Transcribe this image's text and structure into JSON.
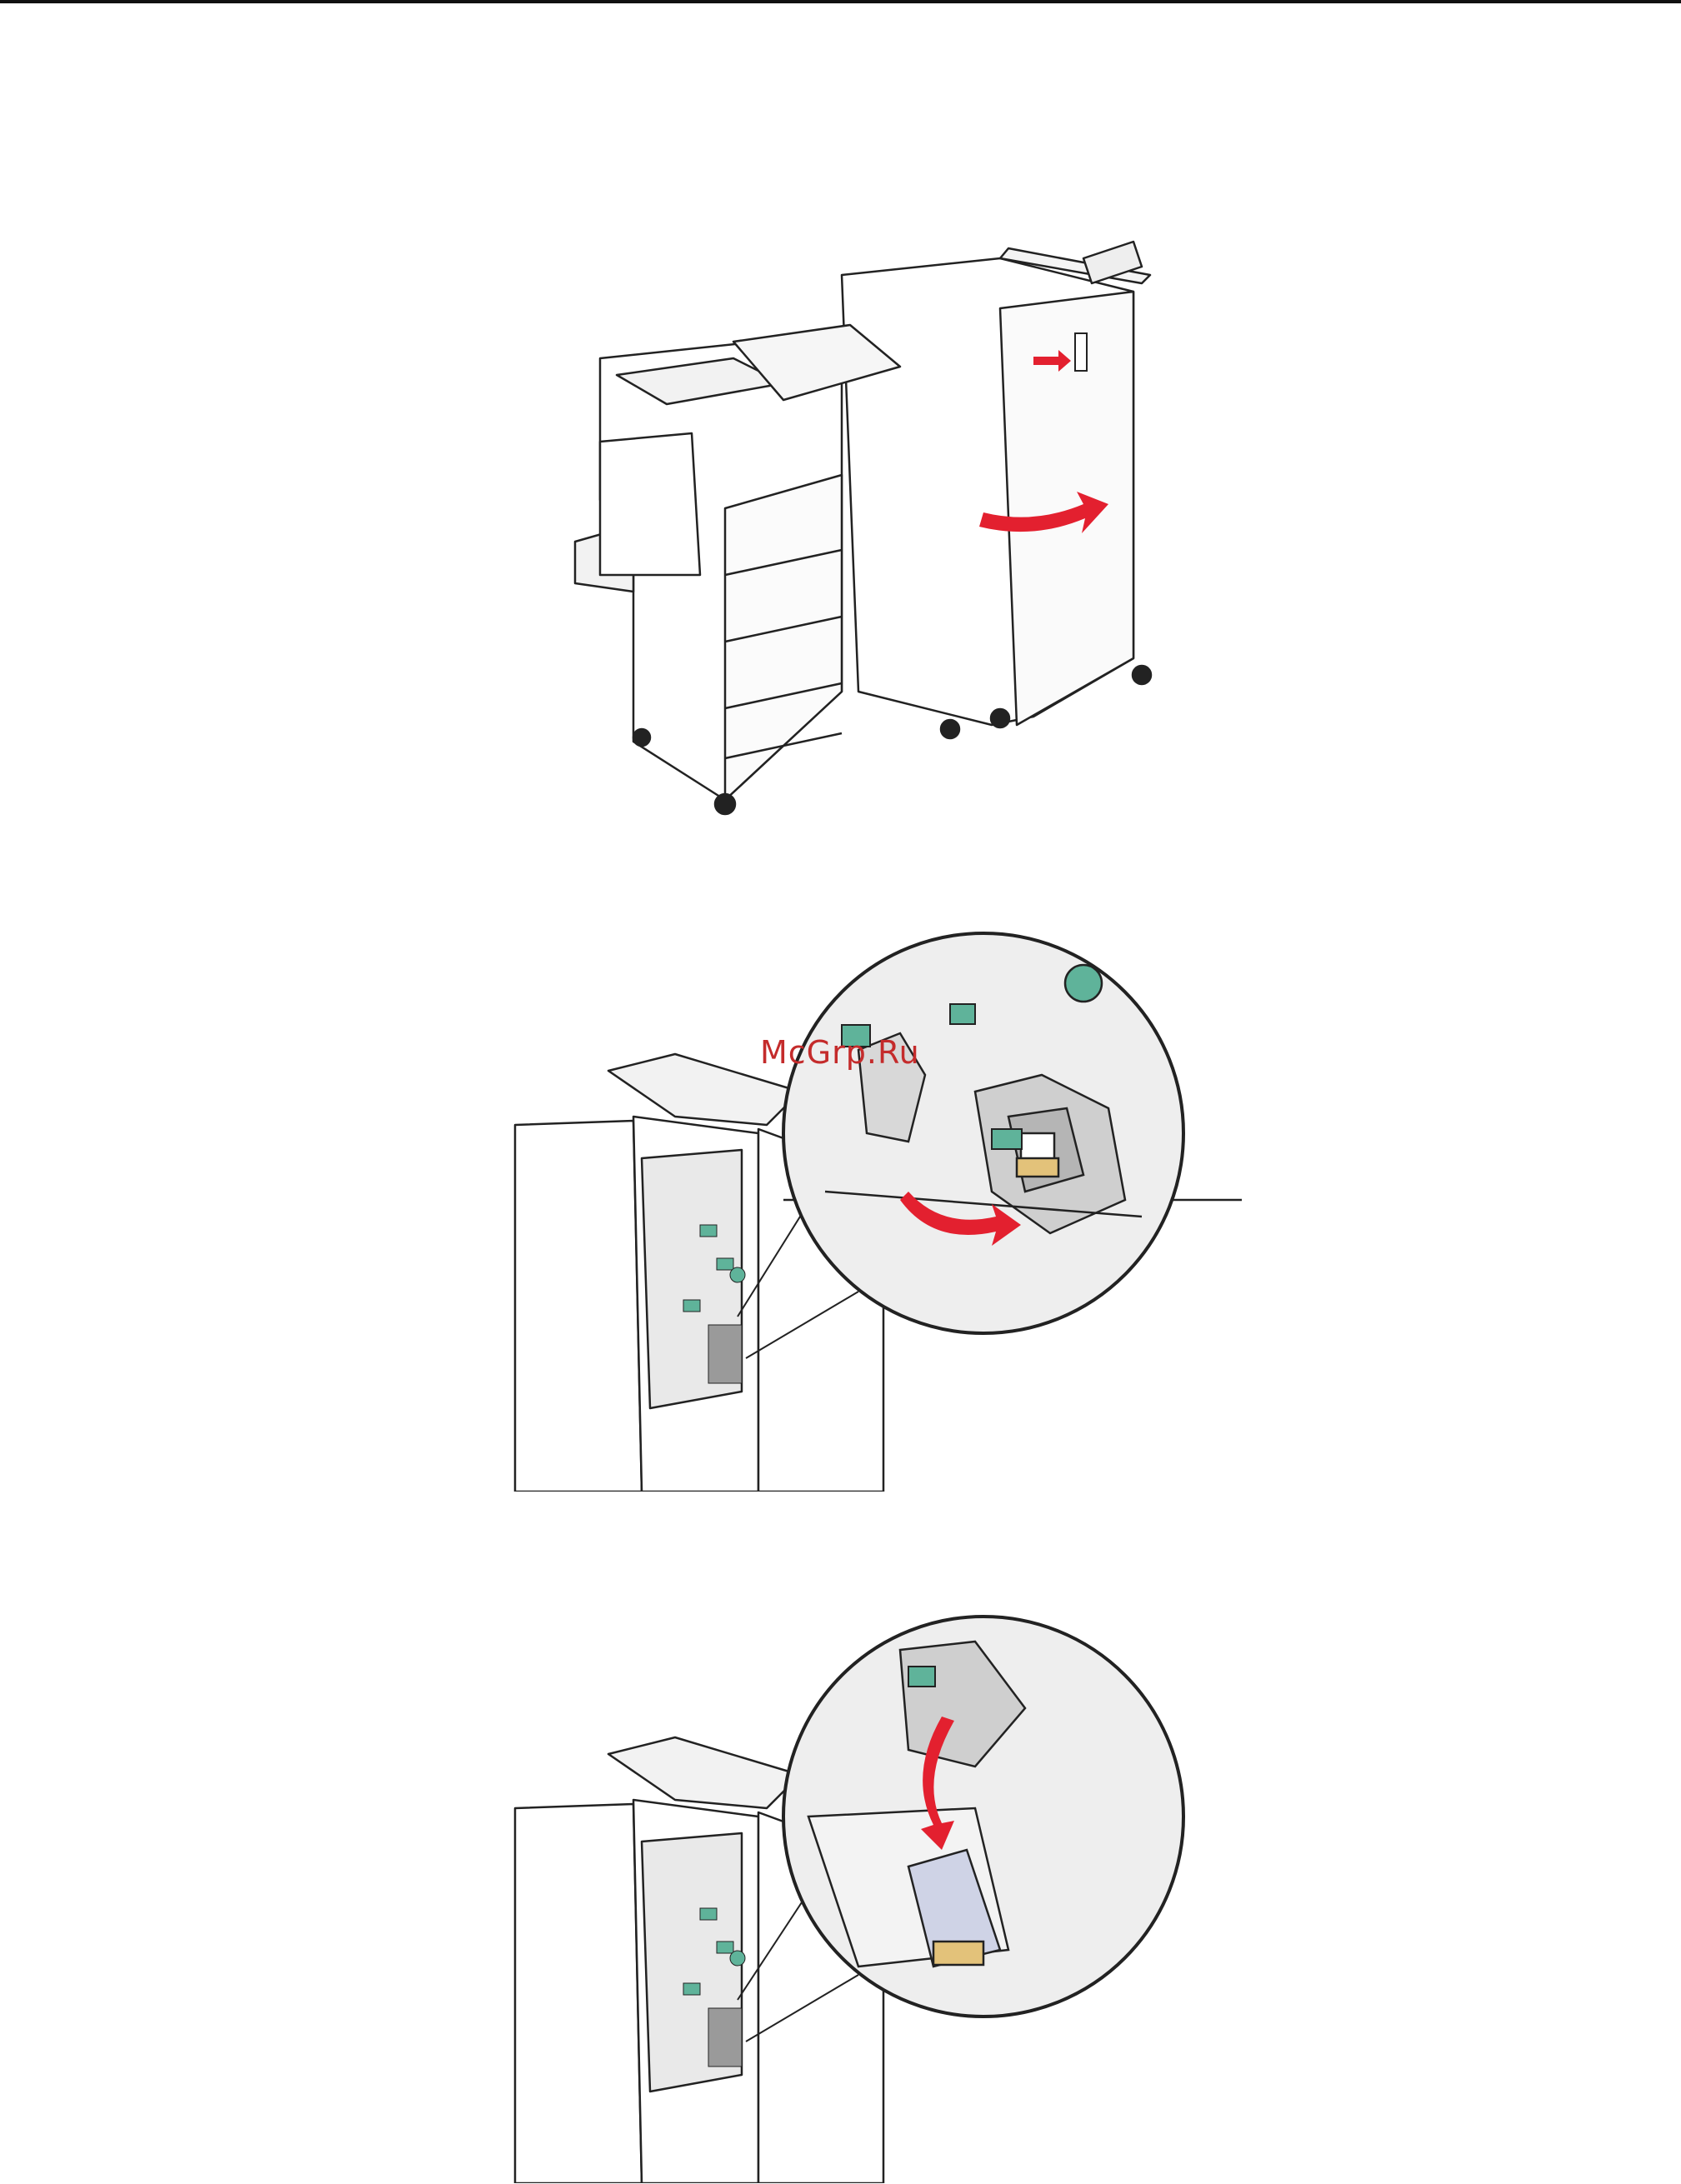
{
  "page": {
    "watermark": "McGrp.Ru"
  },
  "figures": [
    {
      "id": "printer-finisher",
      "caption": ""
    },
    {
      "id": "staple-cartridge-open",
      "caption": ""
    },
    {
      "id": "staple-cartridge-remove",
      "caption": ""
    }
  ],
  "colors": {
    "accent_arrow": "#e3202f",
    "latch_green": "#5fb39a",
    "cartridge_tan": "#e3c27a",
    "line": "#222222",
    "zoom_bg": "#eeeeee"
  }
}
